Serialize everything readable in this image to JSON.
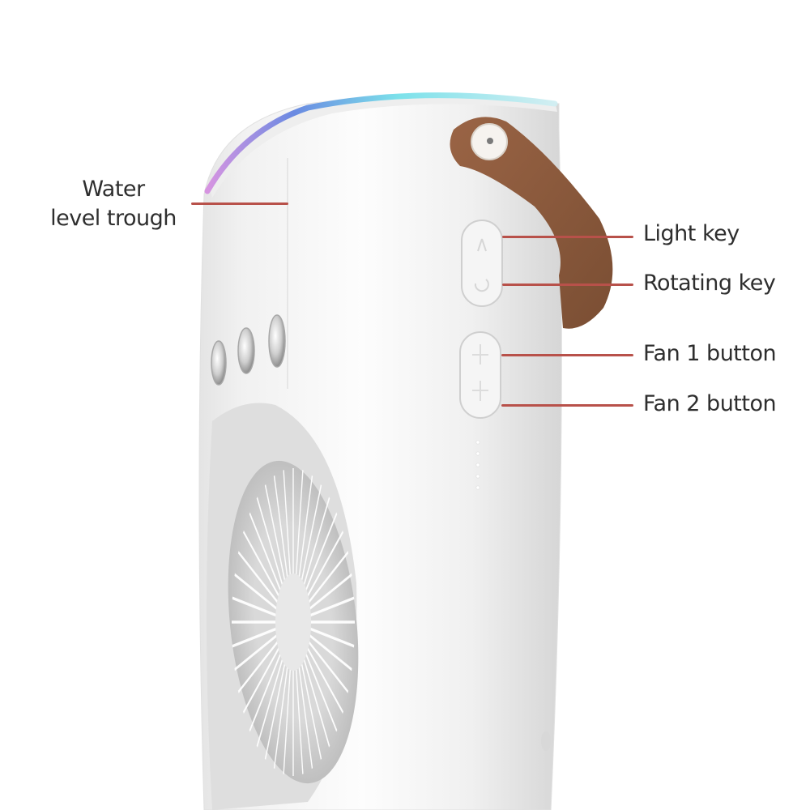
{
  "diagram": {
    "subject": "Portable mini air cooler fan with leather carrying strap",
    "colors": {
      "body": "#f2f2f2",
      "strap": "#8a5a3c",
      "leader_line": "#b8514a",
      "label_text": "#2e2e2e",
      "light_ring_start": "#d58be0",
      "light_ring_mid": "#5b7fe0",
      "light_ring_end": "#6fe0ea"
    },
    "callouts": [
      {
        "id": "water-level-trough",
        "line1": "Water",
        "line2": "level trough"
      },
      {
        "id": "light-key",
        "label": "Light key"
      },
      {
        "id": "rotating-key",
        "label": "Rotating key"
      },
      {
        "id": "fan-1-button",
        "label": "Fan 1 button"
      },
      {
        "id": "fan-2-button",
        "label": "Fan 2 button"
      }
    ],
    "components": {
      "indicator_dots": 5,
      "water_window_slots": 3,
      "fan_blades": 40
    }
  }
}
